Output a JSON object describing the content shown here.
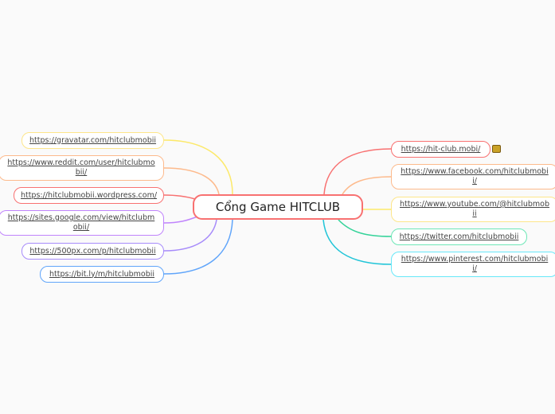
{
  "central_topic": "Cổng Game HITCLUB",
  "left_branches": [
    {
      "label": "https://gravatar.com/hitclubmobii",
      "color": "#fde68a"
    },
    {
      "label": "https://www.reddit.com/user/hitclubmobii/",
      "color": "#fdba8c"
    },
    {
      "label": "https://hitclubmobii.wordpress.com/",
      "color": "#f87171"
    },
    {
      "label": "https://sites.google.com/view/hitclubmobii/",
      "color": "#c084fc"
    },
    {
      "label": "https://500px.com/p/hitclubmobii",
      "color": "#a78bfa"
    },
    {
      "label": "https://bit.ly/m/hitclubmobii",
      "color": "#60a5fa"
    }
  ],
  "right_branches": [
    {
      "label": "https://hit-club.mobi/",
      "color": "#f87171",
      "icon": "game-logo-icon"
    },
    {
      "label": "https://www.facebook.com/hitclubmobii/",
      "color": "#fdba8c"
    },
    {
      "label": "https://www.youtube.com/@hitclubmobii",
      "color": "#fde68a"
    },
    {
      "label": "https://twitter.com/hitclubmobii",
      "color": "#6ee7b7"
    },
    {
      "label": "https://www.pinterest.com/hitclubmobii/",
      "color": "#67e8f9"
    }
  ]
}
